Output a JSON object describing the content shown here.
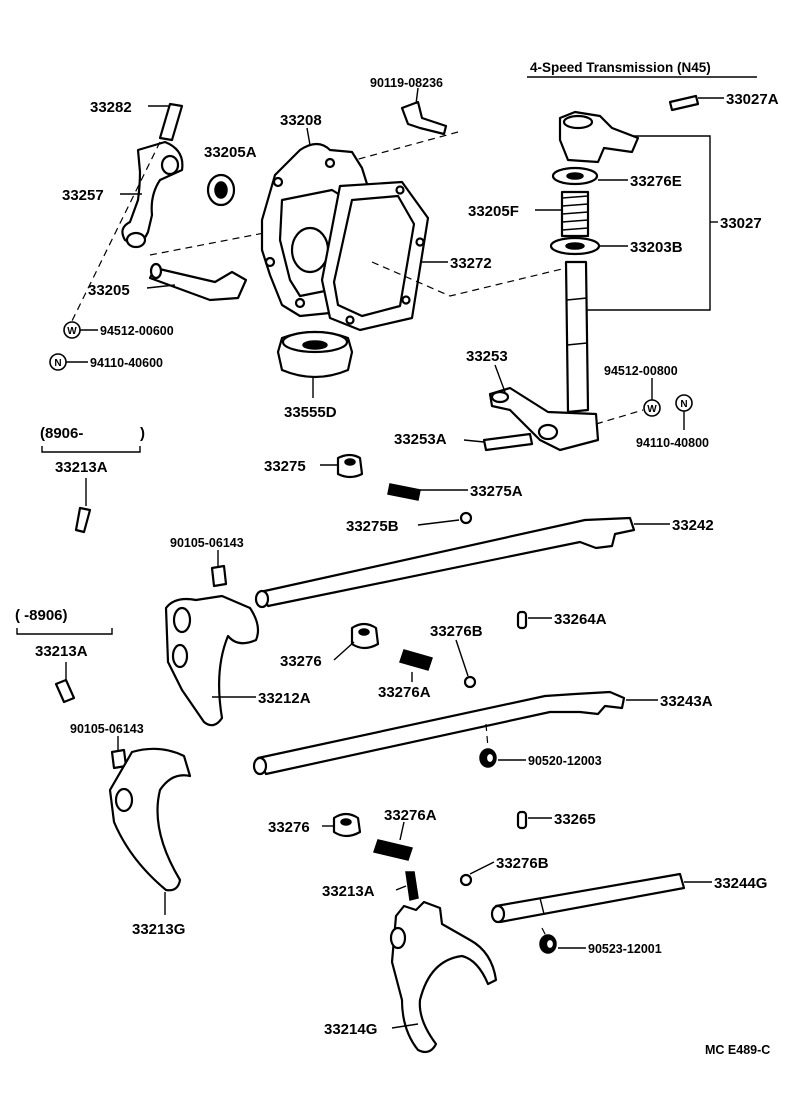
{
  "title": "4-Speed Transmission (N45)",
  "footer_code": "MC E489-C",
  "washer_symbol": "W",
  "nut_symbol": "N",
  "labels": {
    "p33282": "33282",
    "p33257": "33257",
    "p33205": "33205",
    "p94512_00600": "94512-00600",
    "p94110_40600": "94110-40600",
    "p33208": "33208",
    "p33205A": "33205A",
    "p90119_08236": "90119-08236",
    "p33272": "33272",
    "p33555D": "33555D",
    "p33027A": "33027A",
    "p33276E": "33276E",
    "p33205F": "33205F",
    "p33027": "33027",
    "p33203B": "33203B",
    "p33253": "33253",
    "p94512_00800": "94512-00800",
    "p33253A": "33253A",
    "p94110_40800": "94110-40800",
    "p8906_from": "(8906-",
    "p8906_paren_close": ")",
    "p33213A_1": "33213A",
    "p33275": "33275",
    "p33275A": "33275A",
    "p33275B": "33275B",
    "p33242": "33242",
    "p90105_06143_1": "90105-06143",
    "p8906_to": "(      -8906)",
    "p33213A_2": "33213A",
    "p33264A": "33264A",
    "p33276B_1": "33276B",
    "p33276_1": "33276",
    "p33276A_1": "33276A",
    "p33212A": "33212A",
    "p33243A": "33243A",
    "p90105_06143_2": "90105-06143",
    "p90520_12003": "90520-12003",
    "p33276_2": "33276",
    "p33276A_2": "33276A",
    "p33265": "33265",
    "p33276B_2": "33276B",
    "p33213A_3": "33213A",
    "p33244G": "33244G",
    "p33213G": "33213G",
    "p90523_12001": "90523-12001",
    "p33214G": "33214G"
  }
}
